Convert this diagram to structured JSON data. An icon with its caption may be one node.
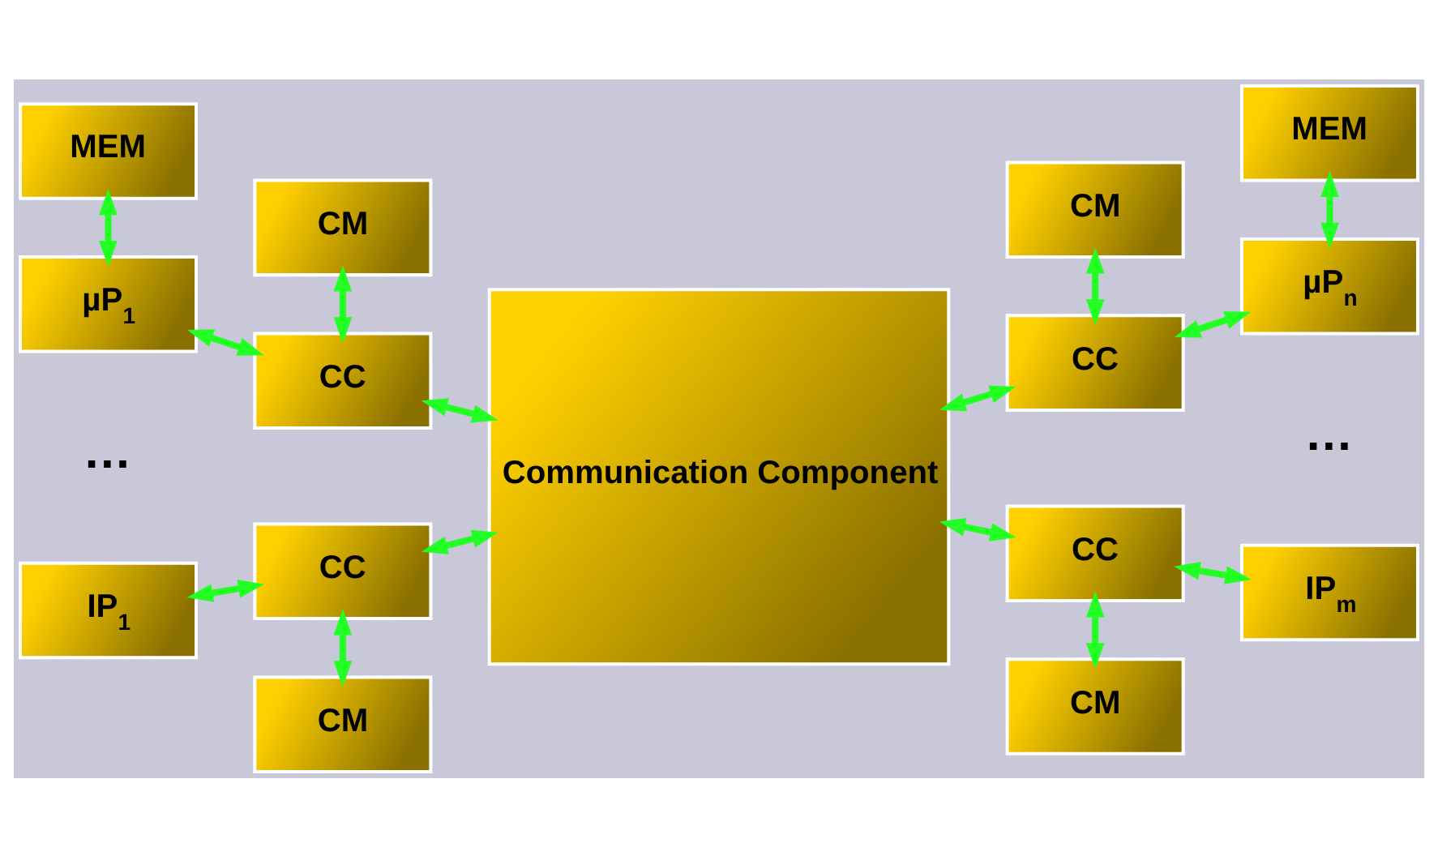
{
  "diagram": {
    "nodes": [
      {
        "text": [
          "MEM"
        ]
      },
      {
        "text": [
          "CM"
        ]
      },
      {
        "text": [
          "CM"
        ]
      },
      {
        "text": [
          "MEM"
        ]
      },
      {
        "text": [
          "µP$_{1}$"
        ]
      },
      {
        "text": [
          "CC"
        ]
      },
      {
        "text": [
          "Communication Component"
        ]
      },
      {
        "text": [
          "CC"
        ]
      },
      {
        "text": [
          "µP$_{n}$"
        ]
      },
      {
        "text": [
          "IP$_{1}$"
        ]
      },
      {
        "text": [
          "CC"
        ]
      },
      {
        "text": [
          "CC"
        ]
      },
      {
        "text": [
          "IP$_{m}$"
        ]
      },
      {
        "text": [
          "CM"
        ]
      },
      {
        "text": [
          "CM"
        ]
      }
    ],
    "edges": [
      {
        "from": 0,
        "to": 4,
        "arrow": "both"
      },
      {
        "from": 1,
        "to": 5,
        "arrow": "both"
      },
      {
        "from": 2,
        "to": 7,
        "arrow": "both"
      },
      {
        "from": 3,
        "to": 8,
        "arrow": "both"
      },
      {
        "from": 4,
        "to": 5,
        "arrow": "both"
      },
      {
        "from": 5,
        "to": 6,
        "arrow": "both"
      },
      {
        "from": 6,
        "to": 7,
        "arrow": "both"
      },
      {
        "from": 7,
        "to": 8,
        "arrow": "both"
      },
      {
        "from": 9,
        "to": 10,
        "arrow": "both"
      },
      {
        "from": 10,
        "to": 6,
        "arrow": "both"
      },
      {
        "from": 6,
        "to": 11,
        "arrow": "both"
      },
      {
        "from": 11,
        "to": 12,
        "arrow": "both"
      },
      {
        "from": 10,
        "to": 13,
        "arrow": "both"
      },
      {
        "from": 11,
        "to": 14,
        "arrow": "both"
      }
    ],
    "labels": [
      "…",
      "…"
    ]
  }
}
